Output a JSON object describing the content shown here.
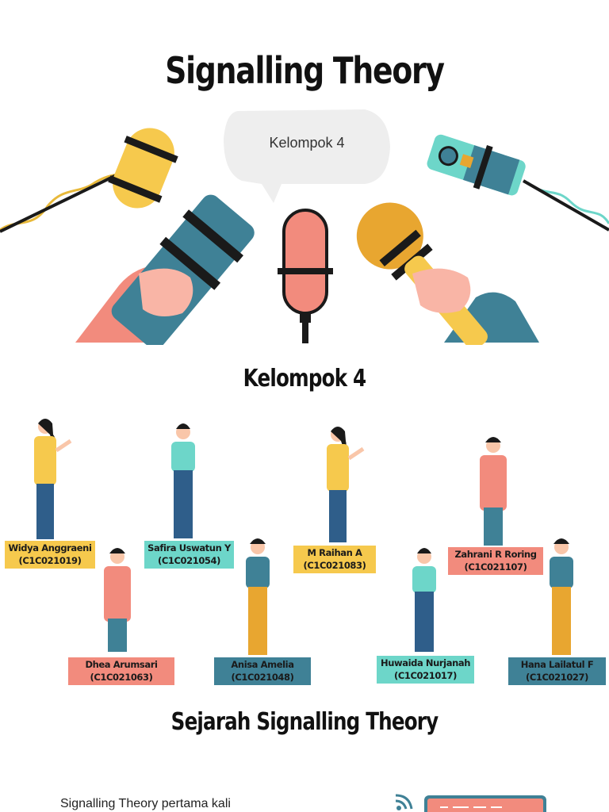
{
  "title": "Signalling Theory",
  "bubble_text": "Kelompok 4",
  "section1_heading": "Kelompok 4",
  "members": [
    {
      "name": "Widya Anggraeni",
      "id": "(C1C021019)",
      "color": "#F6C94D"
    },
    {
      "name": "Safira Uswatun Y",
      "id": "(C1C021054)",
      "color": "#6DD6C9"
    },
    {
      "name": "M Raihan A",
      "id": "(C1C021083)",
      "color": "#F6C94D"
    },
    {
      "name": "Zahrani R Roring",
      "id": "(C1C021107)",
      "color": "#F28B7D"
    },
    {
      "name": "Dhea Arumsari",
      "id": "(C1C021063)",
      "color": "#F28B7D"
    },
    {
      "name": "Anisa Amelia",
      "id": "(C1C021048)",
      "color": "#3F8196"
    },
    {
      "name": "Huwaida Nurjanah",
      "id": "(C1C021017)",
      "color": "#6DD6C9"
    },
    {
      "name": "Hana Lailatul F",
      "id": "(C1C021027)",
      "color": "#3F8196"
    }
  ],
  "section2_heading": "Sejarah Signalling Theory",
  "body_text": "Signalling Theory pertama kali",
  "colors": {
    "yellow": "#F6C94D",
    "teal": "#6DD6C9",
    "salmon": "#F28B7D",
    "dark_teal": "#3F8196",
    "mustard": "#E8A630"
  }
}
